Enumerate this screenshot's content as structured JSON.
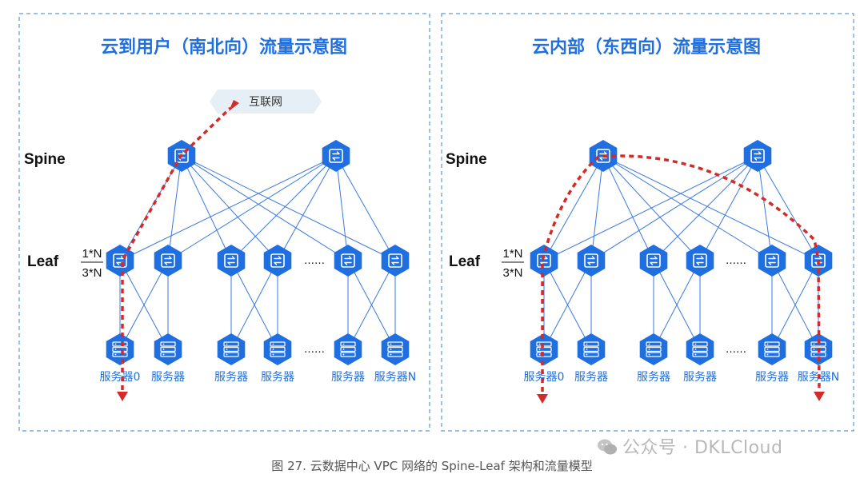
{
  "caption": "图 27. 云数据中心 VPC 网络的 Spine-Leaf 架构和流量模型",
  "watermark": "公众号 · DKLCloud",
  "colors": {
    "node": "#1f6fe0",
    "link": "#3a78e0",
    "flow": "#d42a2a",
    "title": "#1f6fe0",
    "border": "#5b9ad8"
  },
  "panels": [
    {
      "title": "云到用户（南北向）流量示意图",
      "internet_label": "互联网",
      "spine_label": "Spine",
      "leaf_label": "Leaf",
      "ratio_top": "1*N",
      "ratio_bottom": "3*N",
      "ellipsis": "……",
      "servers": [
        "服务器0",
        "服务器",
        "服务器",
        "服务器",
        "服务器",
        "服务器N"
      ]
    },
    {
      "title": "云内部（东西向）流量示意图",
      "spine_label": "Spine",
      "leaf_label": "Leaf",
      "ratio_top": "1*N",
      "ratio_bottom": "3*N",
      "ellipsis": "……",
      "servers": [
        "服务器0",
        "服务器",
        "服务器",
        "服务器",
        "服务器",
        "服务器N"
      ]
    }
  ]
}
